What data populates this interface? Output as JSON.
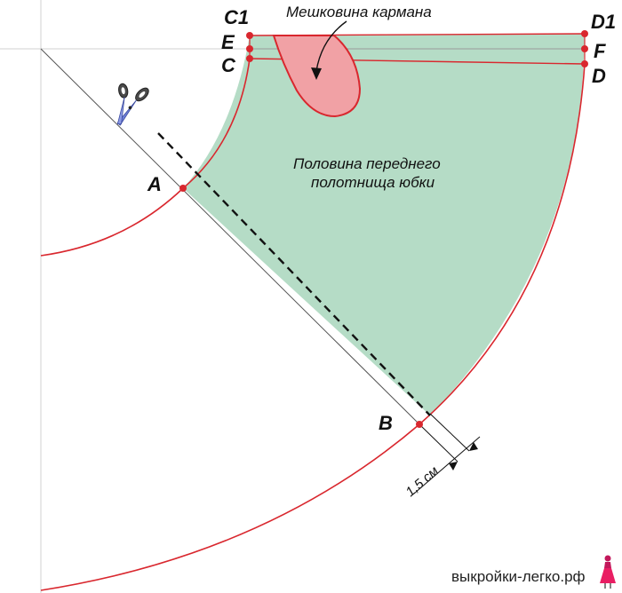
{
  "labels": {
    "pocket": "Мешковина кармана",
    "panel_line1": "Половина  переднего",
    "panel_line2": "полотнища юбки",
    "allowance": "1,5 см",
    "site": "выкройки-легко.рф"
  },
  "points": {
    "c1": "C1",
    "e": "E",
    "c": "C",
    "d1": "D1",
    "f": "F",
    "d": "D",
    "a": "A",
    "b": "B"
  },
  "colors": {
    "panel_fill": "#b5dcc6",
    "pocket_fill": "#f1a1a5",
    "red_line": "#d9272e",
    "guide_line": "#9a9a9a",
    "text": "#111111"
  },
  "icons": {
    "scissors": "scissors-icon",
    "logo": "dress-figure-icon"
  }
}
